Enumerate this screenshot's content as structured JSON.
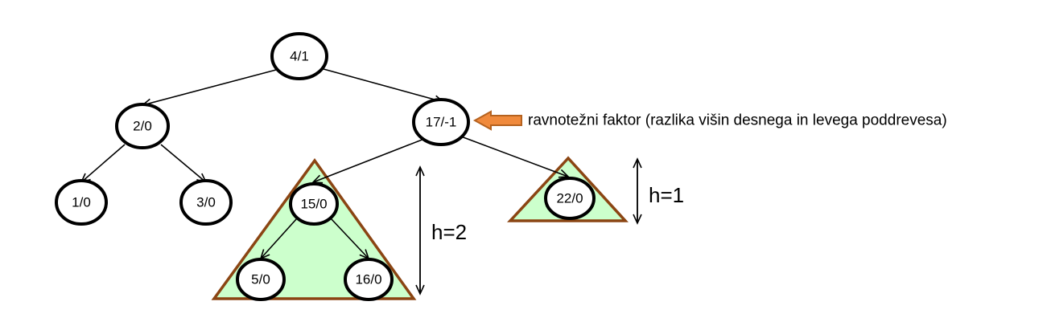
{
  "nodes": {
    "n4": "4/1",
    "n2": "2/0",
    "n17": "17/-1",
    "n1": "1/0",
    "n3": "3/0",
    "n15": "15/0",
    "n5": "5/0",
    "n16": "16/0",
    "n22": "22/0"
  },
  "annotation": "ravnotežni faktor (razlika višin desnega in levega poddrevesa)",
  "heights": {
    "left_subtree": "h=2",
    "right_subtree": "h=1"
  },
  "colors": {
    "subtree_fill": "#ccffcc",
    "subtree_stroke": "#8b4513",
    "pointer_arrow": "#f08a3c"
  }
}
